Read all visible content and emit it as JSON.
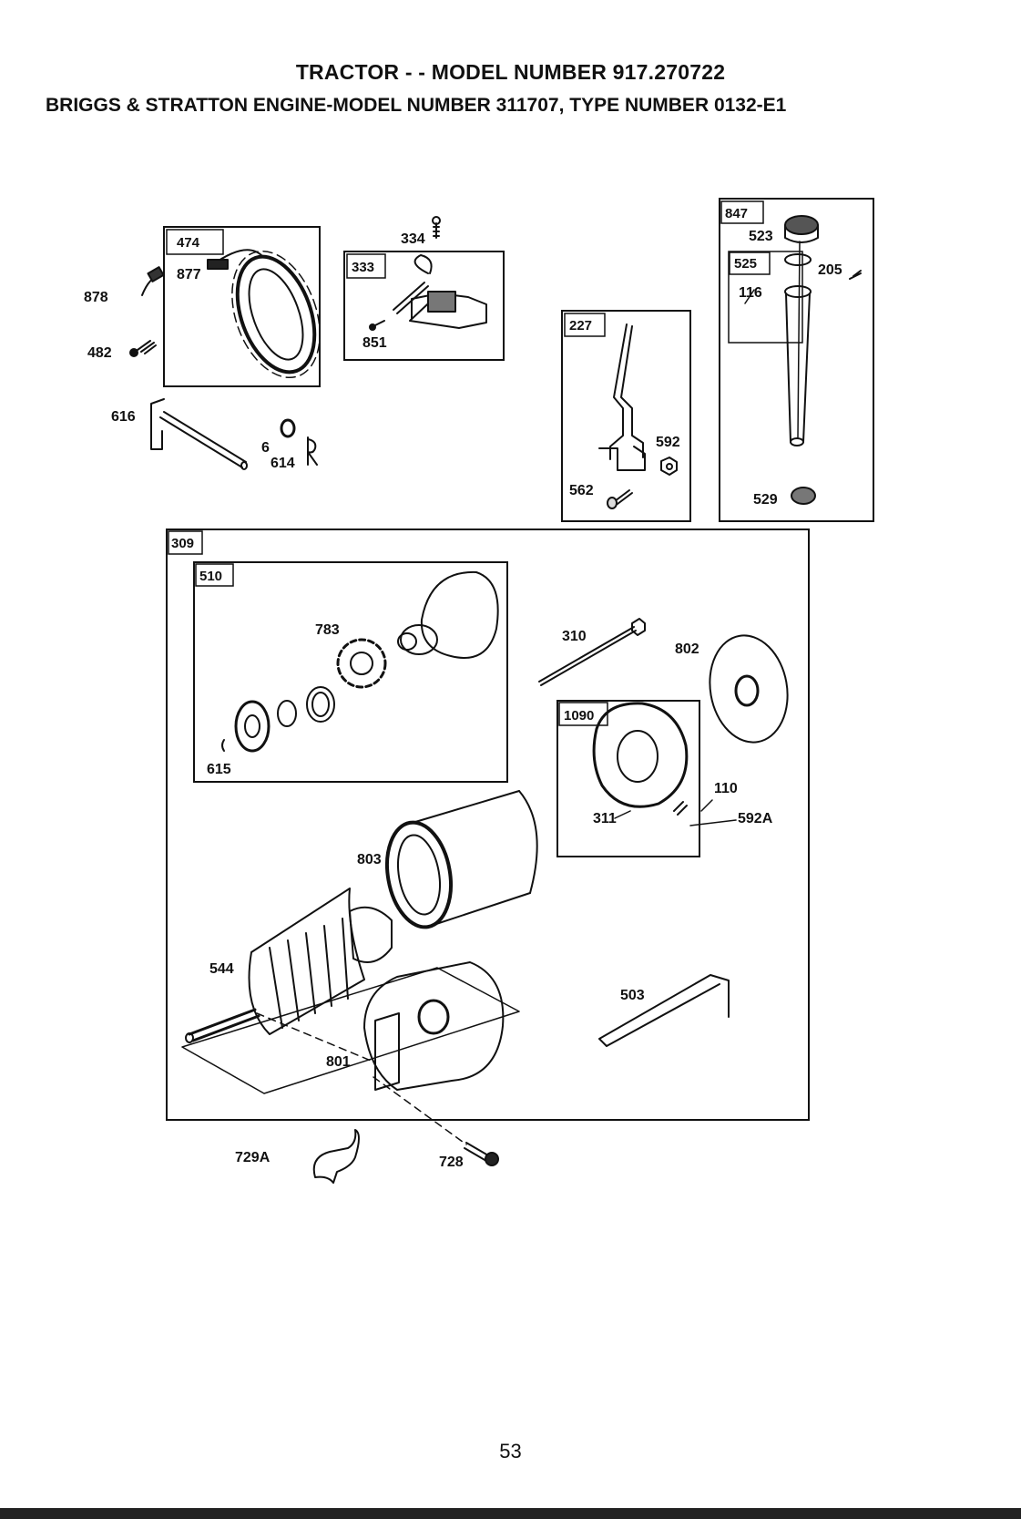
{
  "header": {
    "title": "TRACTOR - - MODEL NUMBER 917.270722",
    "subtitle": "BRIGGS & STRATTON ENGINE-MODEL NUMBER 311707, TYPE NUMBER 0132-E1"
  },
  "boxes": {
    "b474": "474",
    "b333": "333",
    "b227": "227",
    "b847": "847",
    "b525": "525",
    "b309": "309",
    "b510": "510",
    "b1090": "1090"
  },
  "parts": {
    "p878": "878",
    "p877": "877",
    "p482": "482",
    "p616": "616",
    "p6": "6",
    "p614": "614",
    "p334": "334",
    "p851": "851",
    "p592": "592",
    "p562": "562",
    "p523": "523",
    "p205": "205",
    "p116": "116",
    "p529": "529",
    "p783": "783",
    "p615": "615",
    "p310": "310",
    "p802": "802",
    "p110": "110",
    "p311": "311",
    "p592A": "592A",
    "p803": "803",
    "p544": "544",
    "p503": "503",
    "p801": "801",
    "p729A": "729A",
    "p728": "728"
  },
  "footer": {
    "page_number": "53"
  }
}
